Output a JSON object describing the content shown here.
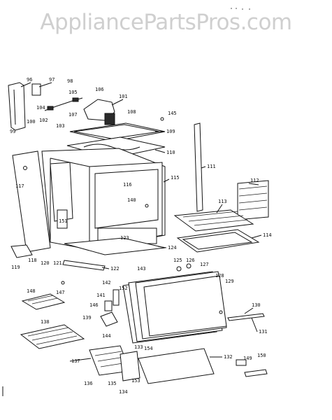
{
  "watermark": "AppliancePartsPros.com",
  "part_numbers": [
    "96",
    "97",
    "98",
    "99",
    "100",
    "101",
    "102",
    "103",
    "104",
    "105",
    "106",
    "107",
    "108",
    "109",
    "110",
    "111",
    "112",
    "113",
    "114",
    "115",
    "116",
    "117",
    "118",
    "119",
    "120",
    "121",
    "122",
    "123",
    "124",
    "125",
    "126",
    "127",
    "128",
    "129",
    "130",
    "131",
    "132",
    "133",
    "134",
    "135",
    "136",
    "137",
    "138",
    "139",
    "140",
    "141",
    "142",
    "143",
    "144",
    "145",
    "146",
    "147",
    "148",
    "149",
    "150",
    "151",
    "152",
    "153",
    "154"
  ],
  "colors": {
    "line": "#111111",
    "watermark": "#cfcfcf",
    "background": "#ffffff"
  }
}
